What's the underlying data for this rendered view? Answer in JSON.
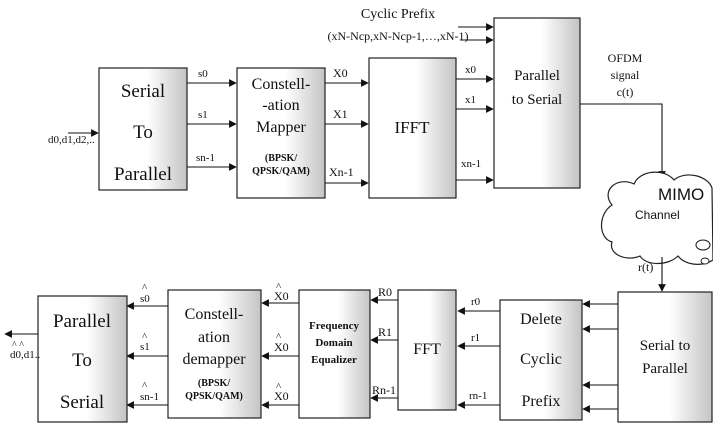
{
  "cyclic_prefix": {
    "title": "Cyclic Prefix",
    "sequence": "(xN-Ncp,xN-Ncp-1,…,xN-1)"
  },
  "transmitter": {
    "input_label": "d0,d1,d2,..",
    "sp_block": [
      "Serial",
      "To",
      "Parallel"
    ],
    "mapper_block": [
      "Constell-",
      "-ation",
      "Mapper"
    ],
    "mapper_sub": [
      "(BPSK/",
      "QPSK/QAM)"
    ],
    "ifft_block": "IFFT",
    "ps_block": [
      "Parallel",
      "to Serial"
    ],
    "s_labels": [
      "s0",
      "s1",
      "sn-1"
    ],
    "X_labels": [
      "X0",
      "X1",
      "Xn-1"
    ],
    "x_labels": [
      "x0",
      "x1",
      "xn-1"
    ],
    "output_label": [
      "OFDM",
      "signal",
      "c(t)"
    ]
  },
  "channel": {
    "title": "MIMO",
    "subtitle": "Channel"
  },
  "receiver": {
    "rt_label": "r(t)",
    "sp_block": [
      "Serial to",
      "Parallel"
    ],
    "dcp_block": [
      "Delete",
      "Cyclic",
      "Prefix"
    ],
    "fft_block": "FFT",
    "eq_block": [
      "Frequency",
      "Domain",
      "Equalizer"
    ],
    "demapper_block": [
      "Constell-",
      "ation",
      "demapper"
    ],
    "demapper_sub": [
      "(BPSK/",
      "QPSK/QAM)"
    ],
    "ps_block": [
      "Parallel",
      "To",
      "Serial"
    ],
    "r_labels": [
      "r0",
      "r1",
      "rn-1"
    ],
    "R_labels": [
      "R0",
      "R1",
      "Rn-1"
    ],
    "Xhat_labels": [
      "X0",
      "X0",
      "X0"
    ],
    "shat_labels": [
      "s0",
      "s1",
      "sn-1"
    ],
    "output_label": "d0,d1.."
  },
  "colors": {
    "block_fill_light": "#ffffff",
    "block_fill_dark": "#c4c4c4",
    "line": "#111111"
  }
}
